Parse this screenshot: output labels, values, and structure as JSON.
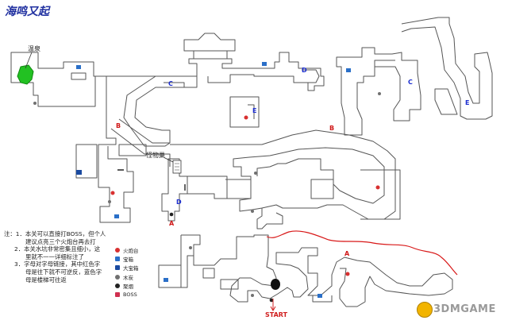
{
  "title": "海鸣又起",
  "labels": {
    "spring": "温泉",
    "monster_nest": "怪物巢",
    "start": "START"
  },
  "doors": [
    "B",
    "B",
    "C",
    "C",
    "D",
    "D",
    "E",
    "E",
    "A",
    "A"
  ],
  "notes": [
    "注：1．本关可以直接打BOSS，但个人",
    "建议点亮三个火炮台再去打",
    "2．本关水坑非常密集且细小，这",
    "里就不一一详细标注了",
    "3．字母对字母链接，其中红色字",
    "母是往下就不可逆反，蓝色字",
    "母是楼梯可往返"
  ],
  "legend": [
    {
      "label": "火炮台",
      "color": "#d83030"
    },
    {
      "label": "宝箱",
      "color": "#2a6fc8"
    },
    {
      "label": "大宝箱",
      "color": "#1a4aa0"
    },
    {
      "label": "木炭",
      "color": "#707070"
    },
    {
      "label": "聚烟",
      "color": "#222222"
    },
    {
      "label": "BOSS",
      "color": "#d03050"
    }
  ],
  "colors": {
    "wall": "#555555",
    "route": "#d81818",
    "spring": "#22c122",
    "door_red": "#d01818",
    "door_blue": "#1c2ed0",
    "title": "#2030a0"
  },
  "watermark": "3DMGAME"
}
